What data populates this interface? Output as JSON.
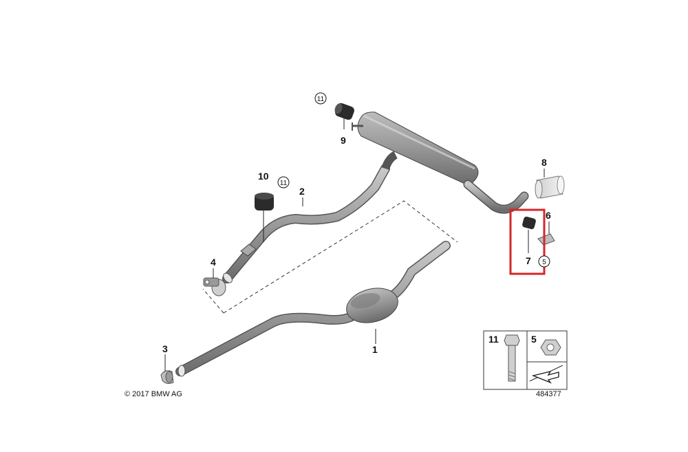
{
  "callouts": {
    "c1": "1",
    "c2": "2",
    "c3": "3",
    "c4": "4",
    "c6": "6",
    "c7": "7",
    "c8": "8",
    "c9": "9",
    "c10": "10",
    "circ11a": "11",
    "circ11b": "11",
    "circ5": "5"
  },
  "legend": {
    "item11": "11",
    "item5": "5"
  },
  "copyright": "© 2017 BMW AG",
  "drawing_number": "484377",
  "colors": {
    "highlight": "#d6262b",
    "part": "#9a9a9a",
    "line": "#333333"
  }
}
